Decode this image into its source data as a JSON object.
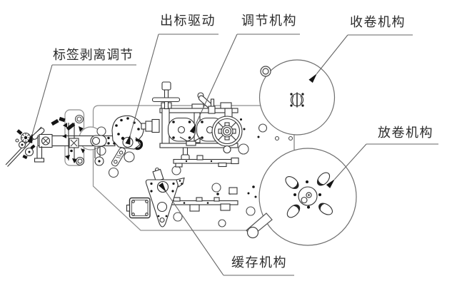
{
  "figure": {
    "type": "mechanical-diagram",
    "description_labels_language": "zh-CN",
    "colors": {
      "background": "#ffffff",
      "part_line": "#3f3f3f",
      "plate_line": "#8f8f8f",
      "reel_line": "#6e6e6e",
      "leader_line": "#666666",
      "label_text": "#2b2b2b",
      "solid_fill": "#141414"
    }
  },
  "labels": [
    {
      "id": "peel-adjust",
      "text": "标签剥离调节"
    },
    {
      "id": "label-drive",
      "text": "出标驱动"
    },
    {
      "id": "adjust-mech",
      "text": "调节机构"
    },
    {
      "id": "rewind-mech",
      "text": "收卷机构"
    },
    {
      "id": "unwind-mech",
      "text": "放卷机构"
    },
    {
      "id": "buffer-mech",
      "text": "缓存机构"
    }
  ]
}
